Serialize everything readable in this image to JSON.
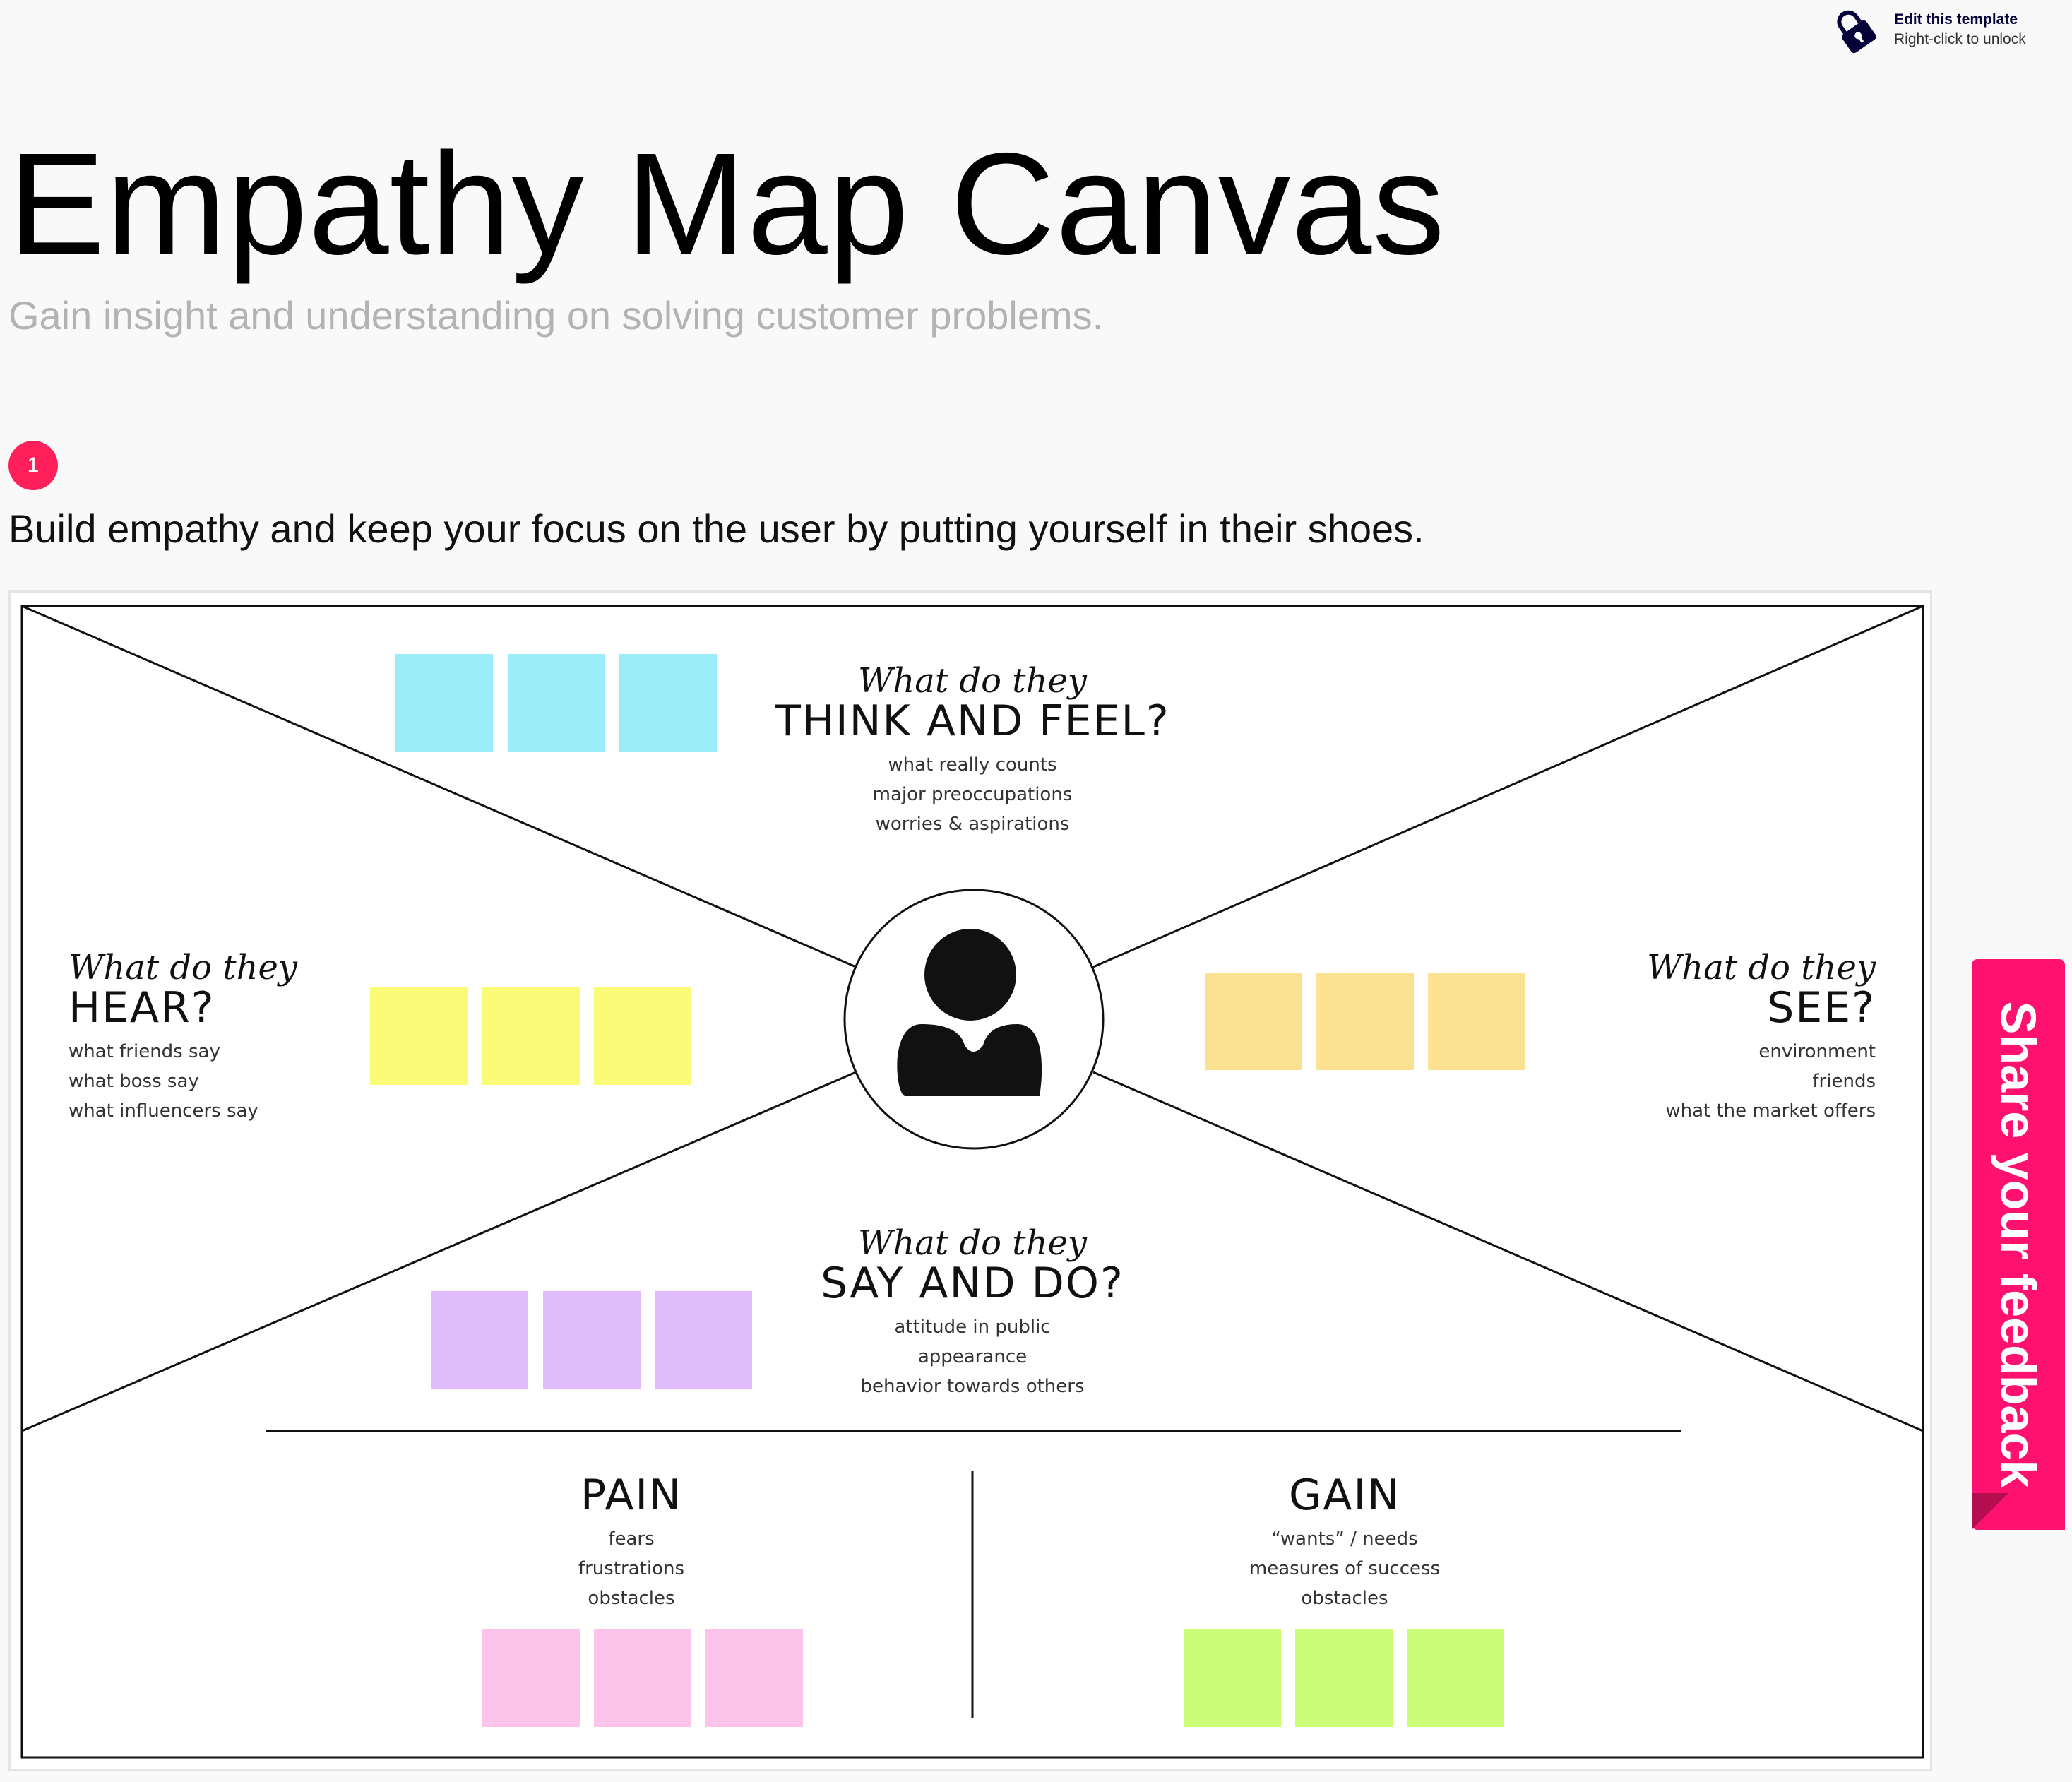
{
  "lock": {
    "icon": "lock-icon",
    "title": "Edit this template",
    "subtitle": "Right-click to unlock"
  },
  "header": {
    "title": "Empathy Map Canvas",
    "subtitle": "Gain insight and understanding on solving customer problems."
  },
  "step": {
    "number": "1",
    "text": "Build empathy and keep your focus on the user by putting yourself in their shoes."
  },
  "canvas": {
    "center_icon": "user-icon",
    "think": {
      "script": "What do they",
      "heading": "THINK AND FEEL?",
      "lines": [
        "what really counts",
        "major preoccupations",
        "worries & aspirations"
      ]
    },
    "hear": {
      "script": "What do they",
      "heading": "HEAR?",
      "lines": [
        "what friends say",
        "what boss say",
        "what influencers say"
      ]
    },
    "see": {
      "script": "What do they",
      "heading": "SEE?",
      "lines": [
        "environment",
        "friends",
        "what the market offers"
      ]
    },
    "say": {
      "script": "What do they",
      "heading": "SAY AND DO?",
      "lines": [
        "attitude in public",
        "appearance",
        "behavior towards others"
      ]
    },
    "pain": {
      "heading": "PAIN",
      "lines": [
        "fears",
        "frustrations",
        "obstacles"
      ]
    },
    "gain": {
      "heading": "GAIN",
      "lines": [
        "“wants” / needs",
        "measures of success",
        "obstacles"
      ]
    }
  },
  "colors": {
    "accent": "#ff1f5a",
    "feedback_tab": "#ff1170",
    "sticky_blue": "#9beef9",
    "sticky_yellow": "#f9fb79",
    "sticky_orange": "#fde193",
    "sticky_purple": "#e0bcfa",
    "sticky_pink": "#fdc4e9",
    "sticky_green": "#cbfd7a"
  },
  "feedback": {
    "label": "Share your feedback"
  }
}
